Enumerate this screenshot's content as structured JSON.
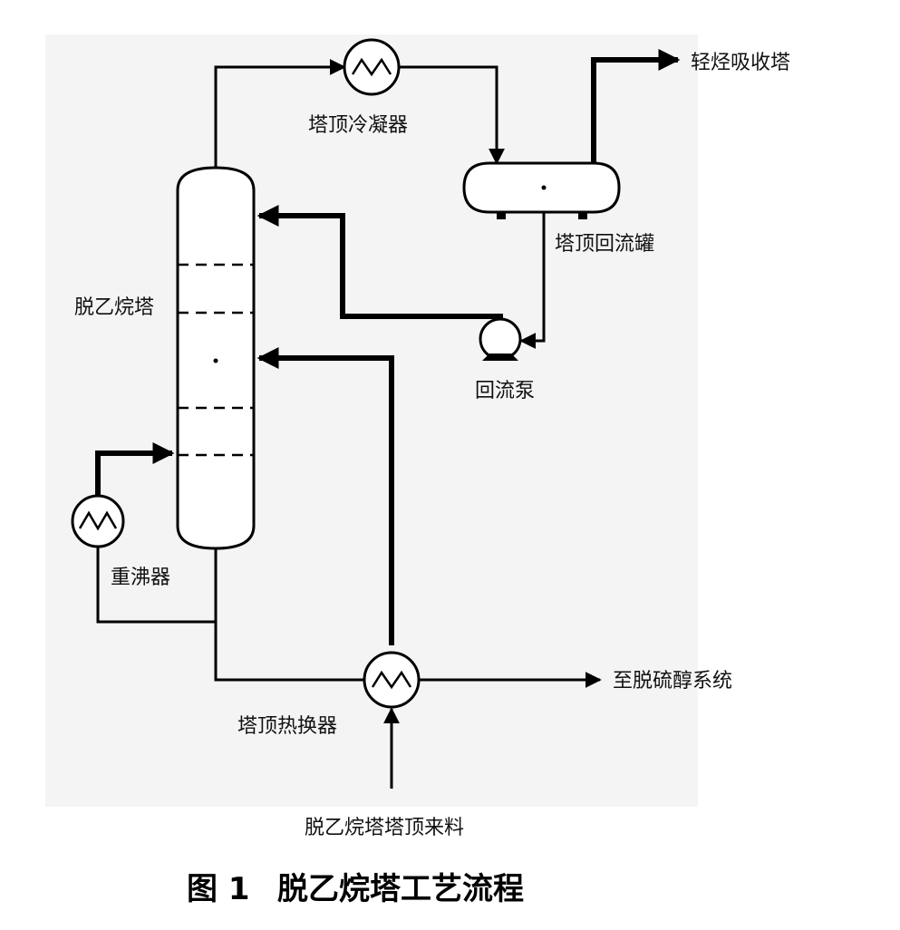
{
  "labels": {
    "column": "脱乙烷塔",
    "overhead_condenser": "塔顶冷凝器",
    "reflux_drum": "塔顶回流罐",
    "reflux_pump": "回流泵",
    "reboiler": "重沸器",
    "top_heat_exchanger": "塔顶热换器",
    "to_light_hydrocarbon_absorber": "轻烃吸收塔",
    "to_mercaptan_removal": "至脱硫醇系统",
    "feed": "脱乙烷塔塔顶来料"
  },
  "caption": {
    "figure_number": "图 1",
    "title": "脱乙烷塔工艺流程"
  }
}
